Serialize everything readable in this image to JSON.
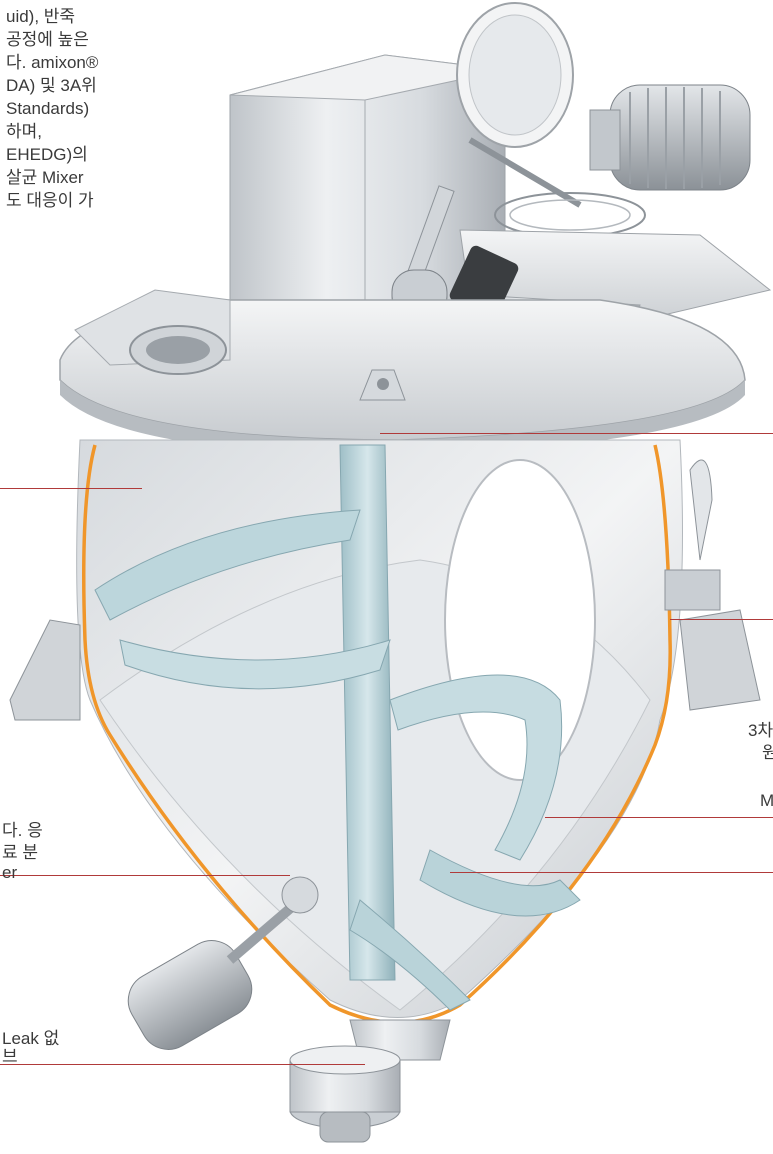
{
  "intro_lines": [
    "uid), 반죽",
    "공정에 높은",
    "다. amixon®",
    "DA) 및 3A위",
    "Standards)",
    "하며,",
    "EHEDG)의",
    "살균 Mixer",
    "도 대응이 가"
  ],
  "left_label_lower": [
    "다. 응",
    "료 분",
    "er"
  ],
  "left_label_bottom": [
    "Leak 없",
    "브"
  ],
  "right_label": [
    "3차",
    "원"
  ],
  "right_label_m": "M",
  "colors": {
    "steel_light": "#e9ecef",
    "steel_mid": "#c9ced3",
    "steel_dark": "#8d9399",
    "agitator": "#b8d4da",
    "outline": "#f0962a",
    "callout": "#b03a3a"
  }
}
